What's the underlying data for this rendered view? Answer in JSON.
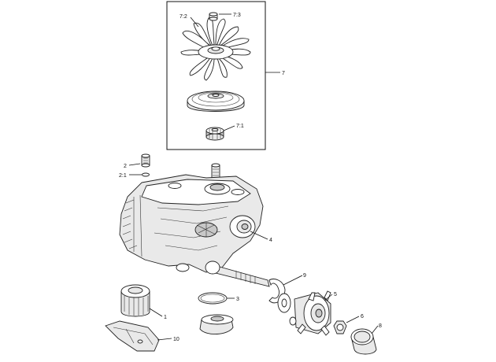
{
  "callouts": {
    "c7_2": "7:2",
    "c7_3": "7:3",
    "c7": "7",
    "c7_1": "7:1",
    "c2": "2",
    "c2_1": "2:1",
    "c4": "4",
    "c9": "9",
    "c3": "3",
    "c5": "5",
    "c1": "1",
    "c6": "6",
    "c8": "8",
    "c10": "10"
  }
}
